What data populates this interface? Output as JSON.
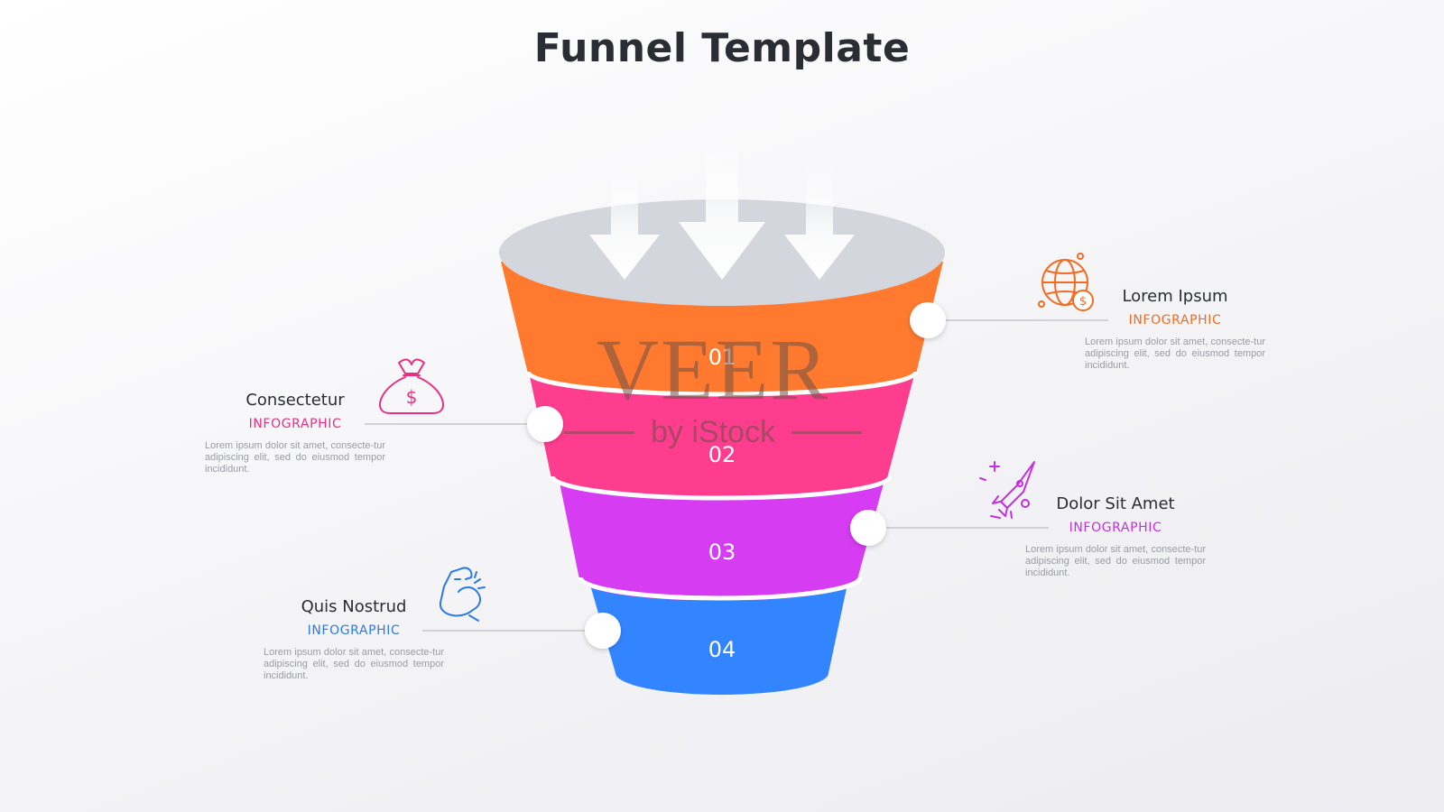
{
  "title": "Funnel Template",
  "colors": {
    "orange": "#ff7a2f",
    "pink": "#ff3d8f",
    "purple": "#d63cf2",
    "blue": "#3385ff",
    "rim": "#d3d6dc",
    "line": "#cfd2d8"
  },
  "stages": [
    {
      "number": "01",
      "color": "#ff7a2f"
    },
    {
      "number": "02",
      "color": "#ff3d8f"
    },
    {
      "number": "03",
      "color": "#d63cf2"
    },
    {
      "number": "04",
      "color": "#3385ff"
    }
  ],
  "items": [
    {
      "heading": "Lorem Ipsum",
      "sub": "INFOGRAPHIC",
      "color": "#f26b21",
      "icon": "globe-dollar-icon",
      "desc": "Lorem ipsum dolor sit amet, consecte-tur adipiscing elit, sed do eiusmod tempor incididunt."
    },
    {
      "heading": "Consectetur",
      "sub": "INFOGRAPHIC",
      "color": "#ea2f82",
      "icon": "money-bag-icon",
      "desc": "Lorem ipsum dolor sit amet, consecte-tur adipiscing elit, sed do eiusmod tempor incididunt."
    },
    {
      "heading": "Dolor Sit Amet",
      "sub": "INFOGRAPHIC",
      "color": "#c52fe4",
      "icon": "rocket-icon",
      "desc": "Lorem ipsum dolor sit amet, consecte-tur adipiscing elit, sed do eiusmod tempor incididunt."
    },
    {
      "heading": "Quis Nostrud",
      "sub": "INFOGRAPHIC",
      "color": "#2a79ea",
      "icon": "flexed-arm-icon",
      "desc": "Lorem ipsum dolor sit amet, consecte-tur adipiscing elit, sed do eiusmod tempor incididunt."
    }
  ],
  "watermark": {
    "main": "VEER",
    "sub": "by iStock"
  }
}
